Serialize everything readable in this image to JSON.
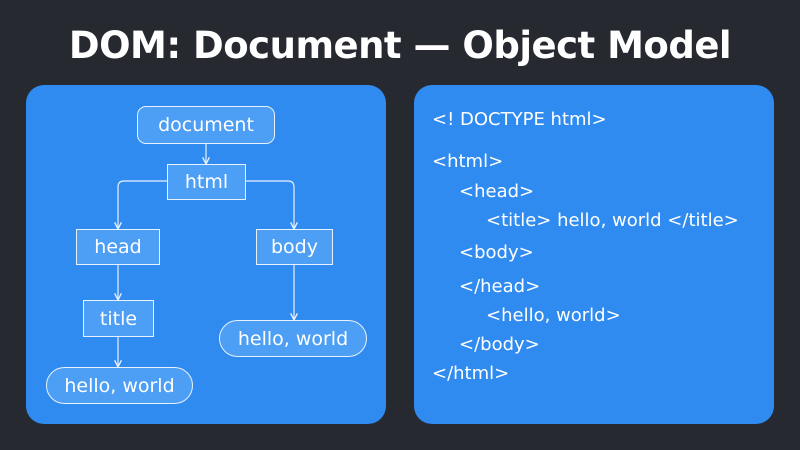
{
  "title": "DOM: Document — Object Model",
  "colors": {
    "background": "#26292f",
    "panel": "#2f8bf0",
    "node_fill": "#4d9ef5",
    "node_border": "#e7f1ff",
    "text": "#ffffff"
  },
  "tree": {
    "nodes": {
      "document": "document",
      "html": "html",
      "head": "head",
      "body": "body",
      "title": "title",
      "head_text": "hello, world",
      "body_text": "hello, world"
    }
  },
  "code": {
    "doctype": "<! DOCTYPE html>",
    "lines": [
      "<html>",
      "<head>",
      "<title> hello, world </title>",
      "<body>",
      "</head>",
      "<hello, world>",
      "</body>",
      "</html>"
    ]
  }
}
